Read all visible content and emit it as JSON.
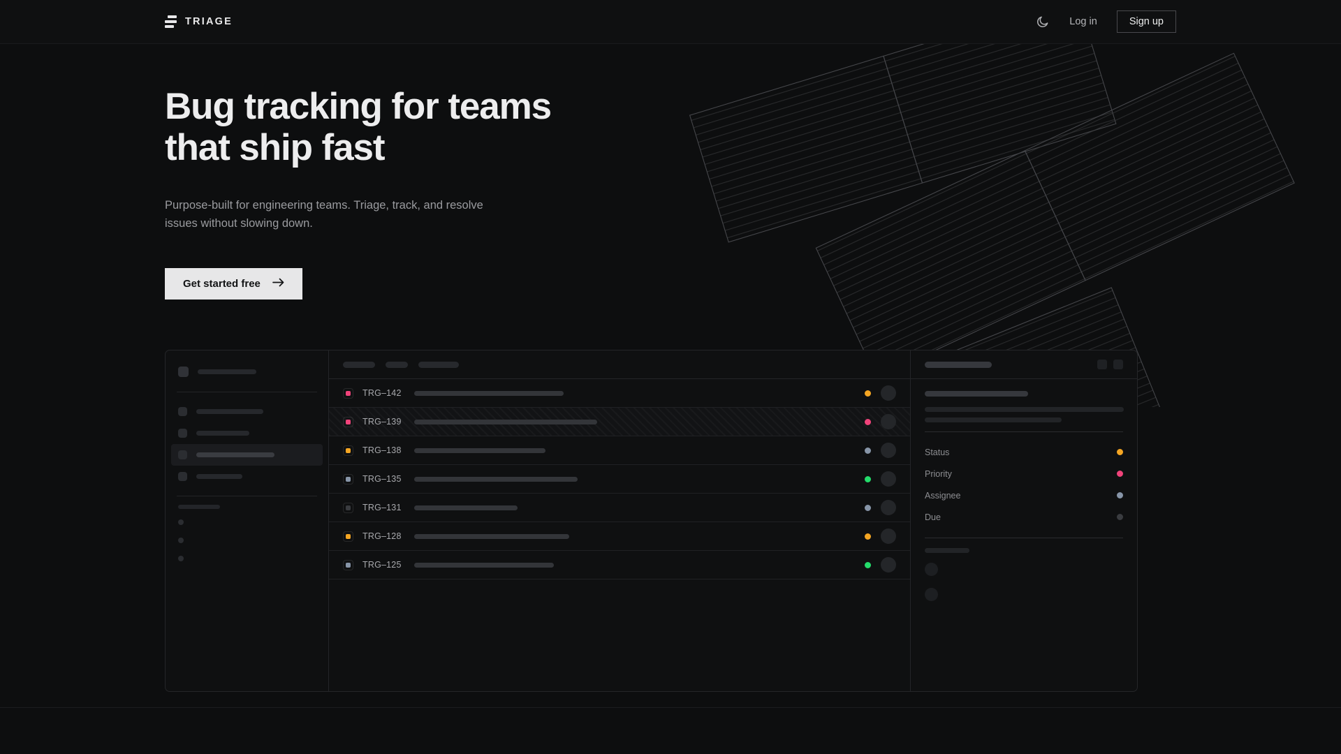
{
  "brand": {
    "name": "TRIAGE",
    "mark_icon": "stacked-bars-icon"
  },
  "nav": {
    "theme_toggle_icon": "moon-icon",
    "login_label": "Log in",
    "signup_label": "Sign up"
  },
  "hero": {
    "heading_line1": "Bug tracking for teams",
    "heading_line2": "that ship fast",
    "subtitle": "Purpose-built for engineering teams. Triage, track, and resolve issues without slowing down.",
    "cta_label": "Get started free",
    "cta_icon": "arrow-right-icon"
  },
  "colors": {
    "page_bg": "#0d0e0f",
    "panel_bg": "#0f1011",
    "border": "#252629",
    "text_primary": "#ededee",
    "text_muted": "#9a9b9f",
    "cta_bg": "#e7e7e8",
    "status_orange": "#f5a623",
    "status_pink": "#f0437a",
    "status_slate": "#8795a8",
    "status_green": "#24dc6b",
    "status_gray": "#3a3c40"
  },
  "app": {
    "sidebar": {
      "workspace": {
        "icon": "workspace-square-icon",
        "label_width": 84
      },
      "nav_items": [
        {
          "icon": "nav-dot-icon",
          "label_width": 96,
          "active": false
        },
        {
          "icon": "nav-dot-icon",
          "label_width": 76,
          "active": false
        },
        {
          "icon": "nav-dot-icon",
          "label_width": 112,
          "active": true
        },
        {
          "icon": "nav-dot-icon",
          "label_width": 66,
          "active": false
        }
      ],
      "section_label_width": 60,
      "sub_items": [
        {
          "icon": "sub-dot-icon"
        },
        {
          "icon": "sub-dot-icon"
        },
        {
          "icon": "sub-dot-icon"
        }
      ]
    },
    "toolbar": {
      "pills": [
        46,
        32,
        58
      ]
    },
    "list": {
      "rows": [
        {
          "id": "TRG–142",
          "chip_color": "#f0437a",
          "title_width": 214,
          "status_color": "#f5a623",
          "selected": false
        },
        {
          "id": "TRG–139",
          "chip_color": "#f0437a",
          "title_width": 262,
          "status_color": "#f0437a",
          "selected": true
        },
        {
          "id": "TRG–138",
          "chip_color": "#f5a623",
          "title_width": 188,
          "status_color": "#8795a8",
          "selected": false
        },
        {
          "id": "TRG–135",
          "chip_color": "#8795a8",
          "title_width": 234,
          "status_color": "#24dc6b",
          "selected": false
        },
        {
          "id": "TRG–131",
          "chip_color": "#3a3c40",
          "title_width": 148,
          "status_color": "#8795a8",
          "selected": false
        },
        {
          "id": "TRG–128",
          "chip_color": "#f5a623",
          "title_width": 222,
          "status_color": "#f5a623",
          "selected": false
        },
        {
          "id": "TRG–125",
          "chip_color": "#8795a8",
          "title_width": 200,
          "status_color": "#24dc6b",
          "selected": false
        }
      ]
    },
    "detail": {
      "header": {
        "title_width": 96,
        "action_icons": [
          "detail-action-1-icon",
          "detail-action-2-icon"
        ]
      },
      "summary": {
        "title_width": 148,
        "line_widths": [
          285,
          196
        ]
      },
      "fields": [
        {
          "label": "Status",
          "value_color": "#f5a623"
        },
        {
          "label": "Priority",
          "value_color": "#f0437a"
        },
        {
          "label": "Assignee",
          "value_color": "#8795a8"
        },
        {
          "label": "Due",
          "value_color": "#3a3c40"
        }
      ],
      "activity": {
        "label_width": 64,
        "avatars": [
          "activity-avatar-1",
          "activity-avatar-2"
        ]
      }
    }
  }
}
